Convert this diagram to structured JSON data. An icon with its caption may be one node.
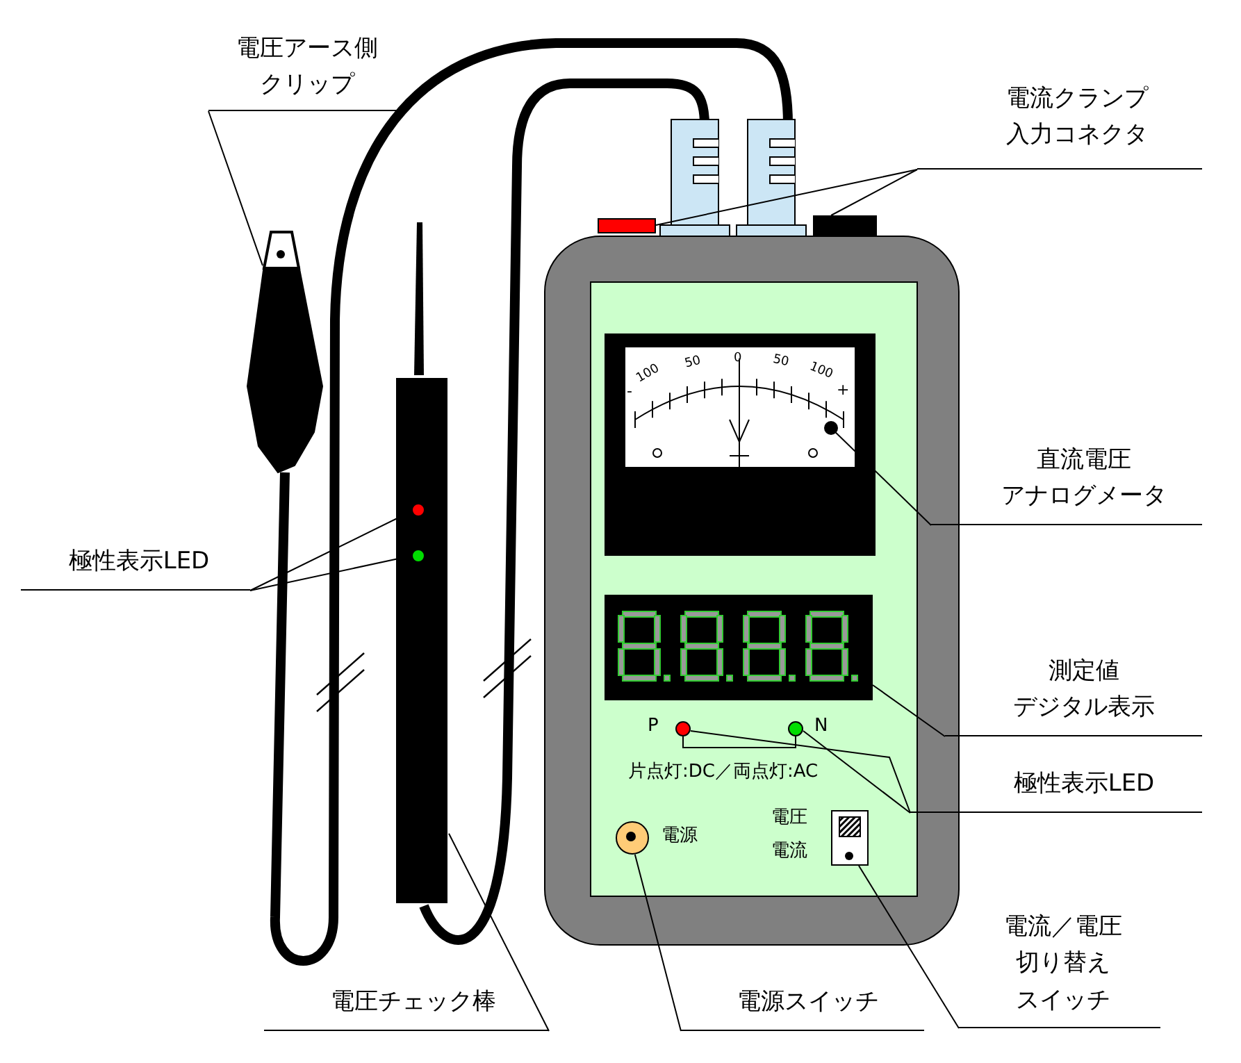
{
  "diagram": {
    "nodes": [
      {
        "text": [
          "電圧アース側",
          "クリップ"
        ]
      },
      {
        "text": [],
        "shape": "picture"
      },
      {
        "text": [
          "電流クランプ",
          "入力コネクタ"
        ]
      },
      {
        "text": [],
        "shape": "box"
      },
      {
        "text": [],
        "shape": "box"
      },
      {
        "text": [
          "直流電圧",
          "アナログメータ"
        ]
      },
      {
        "text": [],
        "shape": "box"
      },
      {
        "text": [
          "測定値",
          "デジタル表示"
        ]
      },
      {
        "text": [],
        "shape": "box"
      },
      {
        "text": [
          "極性表示LED"
        ]
      },
      {
        "text": [],
        "shape": "circle",
        "beside": [
          "P"
        ]
      },
      {
        "text": [],
        "shape": "circle",
        "beside": [
          "N"
        ]
      },
      {
        "text": [
          "極性表示LED"
        ]
      },
      {
        "text": [],
        "shape": "circle",
        "in": 20
      },
      {
        "text": [],
        "shape": "circle",
        "in": 20
      },
      {
        "text": [
          "電流／電圧",
          "切り替え",
          "スイッチ"
        ]
      },
      {
        "text": [],
        "shape": "box",
        "beside": [
          "電圧",
          "電流"
        ]
      },
      {
        "text": [
          "電源スイッチ"
        ]
      },
      {
        "text": [],
        "shape": "circle",
        "beside": [
          "電源"
        ]
      },
      {
        "text": [
          "電圧チェック棒"
        ]
      },
      {
        "text": [],
        "shape": "picture"
      }
    ],
    "edges": [
      {
        "from": 0,
        "to": 1,
        "arrow": "none"
      },
      {
        "from": 2,
        "to": 3,
        "arrow": "none"
      },
      {
        "from": 2,
        "to": 4,
        "arrow": "none"
      },
      {
        "from": 5,
        "to": 6,
        "arrow": "none"
      },
      {
        "from": 7,
        "to": 8,
        "arrow": "none"
      },
      {
        "from": 9,
        "to": 10,
        "arrow": "none"
      },
      {
        "from": 9,
        "to": 11,
        "arrow": "none"
      },
      {
        "from": 12,
        "to": 13,
        "arrow": "none"
      },
      {
        "from": 12,
        "to": 14,
        "arrow": "none"
      },
      {
        "from": 15,
        "to": 16,
        "arrow": "none"
      },
      {
        "from": 17,
        "to": 18,
        "arrow": "none"
      },
      {
        "from": 19,
        "to": 20,
        "arrow": "none"
      },
      {
        "from": 10,
        "to": 11,
        "arrow": "none"
      }
    ],
    "labels": [
      "-",
      "100",
      "50",
      "0",
      "50",
      "100",
      "+",
      "片点灯:DC／両点灯:AC"
    ]
  }
}
